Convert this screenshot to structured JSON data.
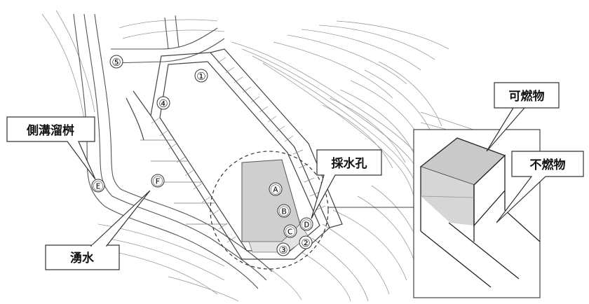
{
  "markers": {
    "m1": "①",
    "m2": "②",
    "m3": "③",
    "m4": "④",
    "m5": "⑤",
    "mA": "Ⓐ",
    "mB": "Ⓑ",
    "mC": "Ⓒ",
    "mD": "Ⓓ",
    "mE": "Ⓔ",
    "mF": "Ⓕ"
  },
  "callouts": {
    "side_ditch": "側溝溜桝",
    "sampling_hole": "採水孔",
    "spring_water": "湧水",
    "combustible": "可燃物",
    "noncombustible": "不燃物"
  },
  "colors": {
    "line": "#555555",
    "contour": "#9a9a9a",
    "fill_gray": "#cfcfcf",
    "text": "#111111"
  }
}
